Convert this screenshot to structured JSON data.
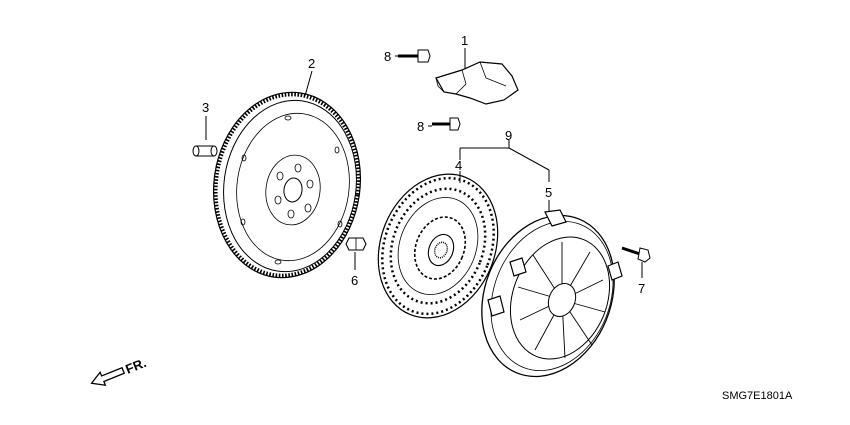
{
  "diagram": {
    "parts": [
      {
        "id": "1",
        "label": "1"
      },
      {
        "id": "2",
        "label": "2"
      },
      {
        "id": "3",
        "label": "3"
      },
      {
        "id": "4",
        "label": "4"
      },
      {
        "id": "5",
        "label": "5"
      },
      {
        "id": "6",
        "label": "6"
      },
      {
        "id": "7",
        "label": "7"
      },
      {
        "id": "8a",
        "label": "8"
      },
      {
        "id": "8b",
        "label": "8"
      },
      {
        "id": "9",
        "label": "9"
      }
    ],
    "direction_label": "FR.",
    "code": "SMG7E1801A"
  }
}
